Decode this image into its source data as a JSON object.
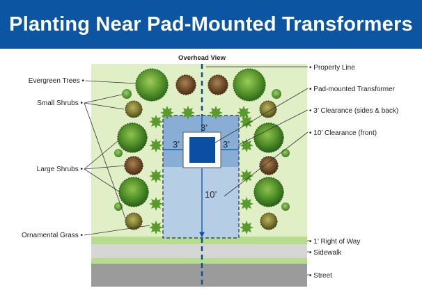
{
  "title": "Planting Near Pad-Mounted Transformers",
  "view_label": "Overhead View",
  "labels_left": {
    "evergreen_trees": "Evergreen Trees •",
    "small_shrubs": "Small Shrubs •",
    "large_shrubs": "Large Shrubs •",
    "ornamental_grass": "Ornamental Grass •"
  },
  "labels_right": {
    "property_line": "• Property Line",
    "pad_transformer": "• Pad-mounted Transformer",
    "clearance_sides": "• 3’ Clearance (sides & back)",
    "clearance_front": "• 10’ Clearance (front)",
    "right_of_way": "• 1’ Right of Way",
    "sidewalk": "• Sidewalk",
    "street": "• Street"
  },
  "dimensions": {
    "back": "3’",
    "left": "3’",
    "right": "3’",
    "front": "10’"
  },
  "colors": {
    "header": "#0b55a3",
    "lawn": "#e1efc7",
    "side_clearance": "#89aed6",
    "front_clearance": "#b6cde6",
    "transformer": "#0c4ea2",
    "sidewalk": "#d6d6d6",
    "street": "#9b9b9b",
    "row_strip": "#b8dc8e",
    "property_line": "#0b4f8a"
  }
}
